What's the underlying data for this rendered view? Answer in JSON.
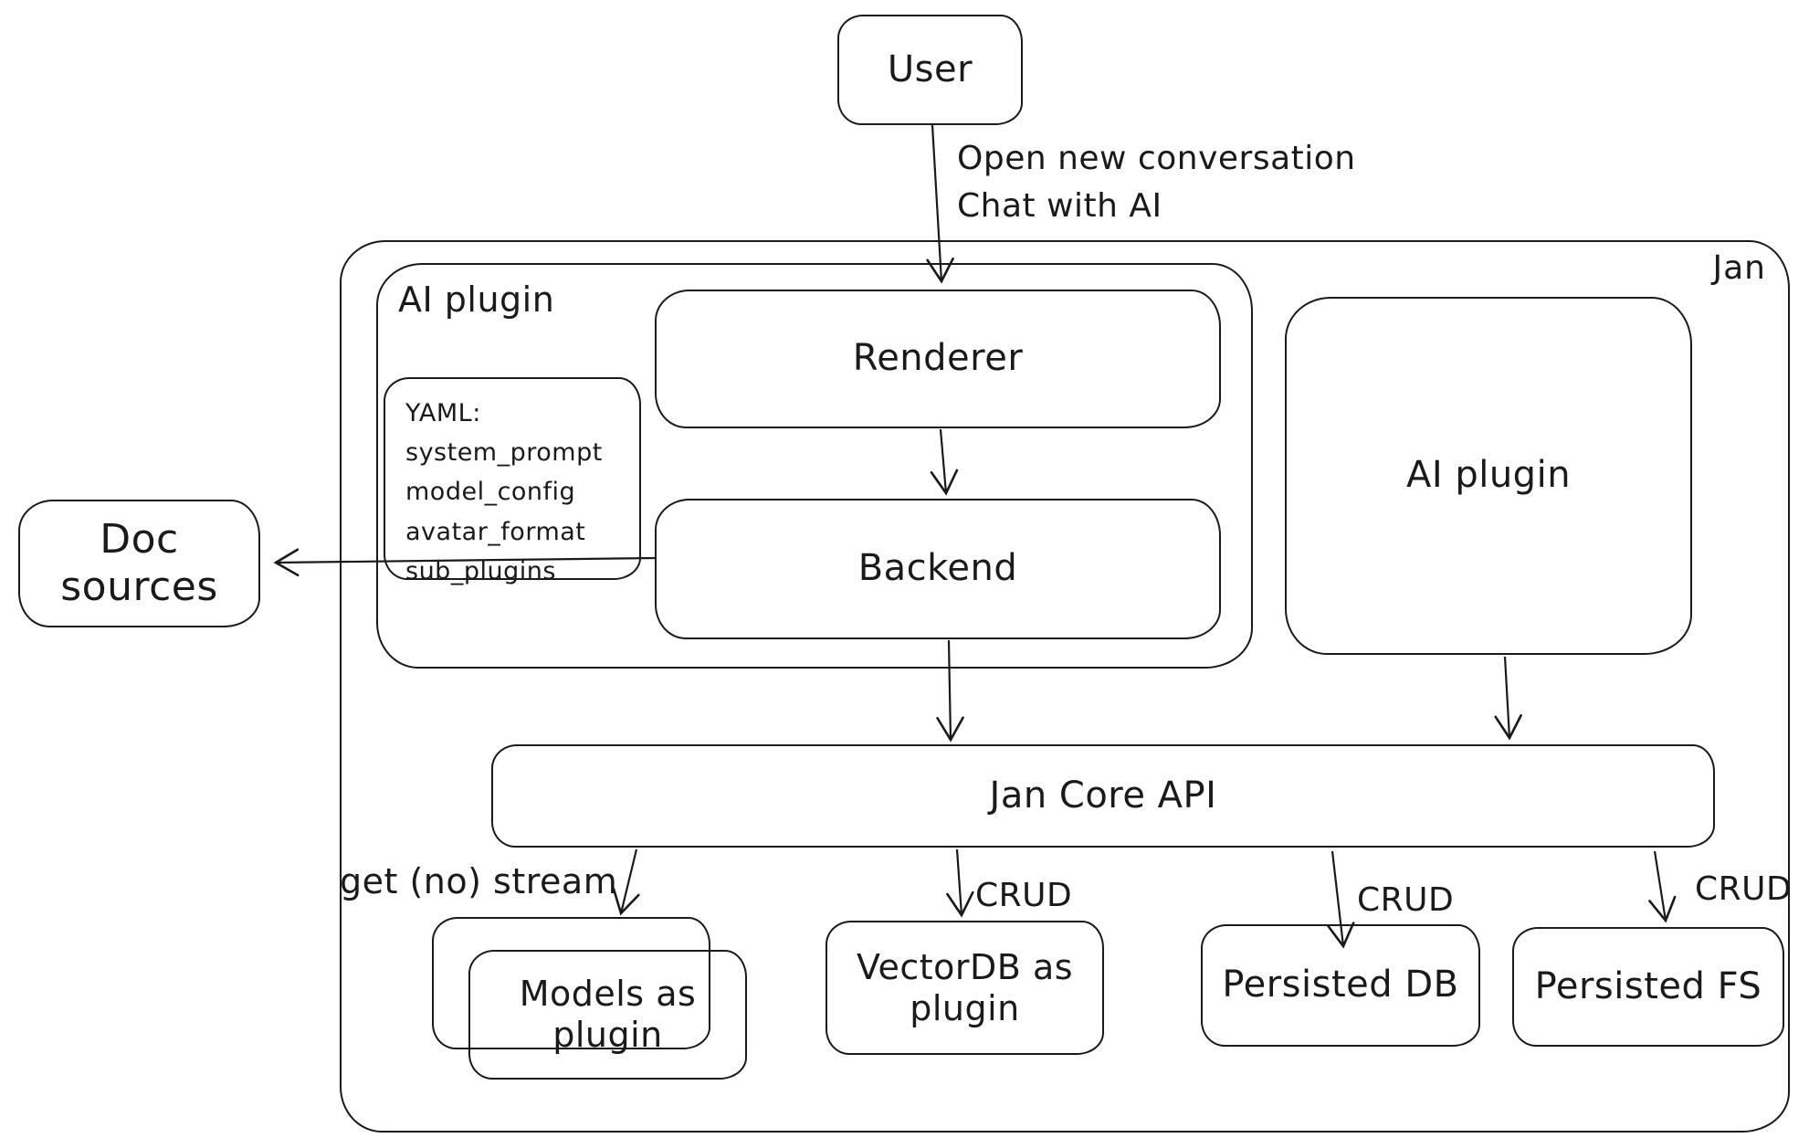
{
  "canvas": {
    "background": "#ffffff",
    "stroke_color": "#1a1a1a"
  },
  "nodes": {
    "user": {
      "label": "User"
    },
    "jan": {
      "label": "Jan"
    },
    "ai_plugin_left": {
      "label": "AI plugin"
    },
    "renderer": {
      "label": "Renderer"
    },
    "backend": {
      "label": "Backend"
    },
    "yaml_note": {
      "lines": [
        "YAML:",
        "system_prompt",
        "model_config",
        "avatar_format",
        "sub_plugins"
      ]
    },
    "ai_plugin_right": {
      "label": "AI plugin"
    },
    "doc_sources": {
      "label": "Doc sources"
    },
    "jan_core_api": {
      "label": "Jan Core API"
    },
    "models_as_plugin": {
      "label": "Models as plugin"
    },
    "vectordb_as_plugin": {
      "label": "VectorDB as plugin"
    },
    "persisted_db": {
      "label": "Persisted DB"
    },
    "persisted_fs": {
      "label": "Persisted FS"
    }
  },
  "edges": {
    "user_to_renderer": {
      "label": "Open new conversation\nChat with AI"
    },
    "jan_core_to_models": {
      "label": "get (no) stream"
    },
    "jan_core_to_vectordb": {
      "label": "CRUD"
    },
    "jan_core_to_persisted_db": {
      "label": "CRUD"
    },
    "jan_core_to_persisted_fs": {
      "label": "CRUD"
    }
  }
}
